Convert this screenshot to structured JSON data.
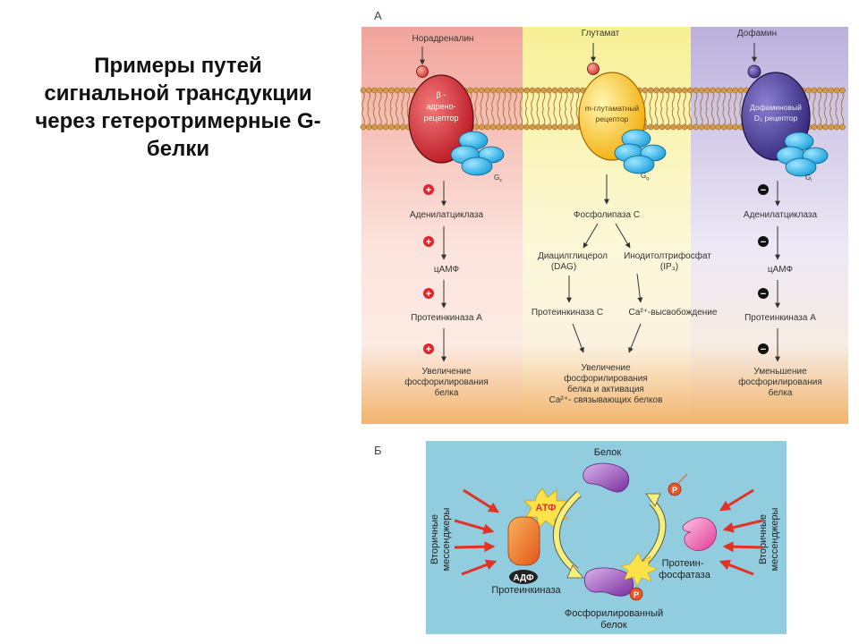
{
  "title": "Примеры путей\nсигнальной трансдукции\nчерез гетеротримерные G-\nбелки",
  "panel_a": {
    "letter": "А",
    "col1": {
      "ligand": "Норадреналин",
      "receptor": [
        "β -",
        "адрено-",
        "рецептор"
      ],
      "g": "G",
      "g_sub": "s",
      "sign": "+",
      "steps": [
        "Аденилатциклаза",
        "цАМФ",
        "Протеинкиназа А"
      ],
      "result": [
        "Увеличение",
        "фосфорилирования",
        "белка"
      ]
    },
    "col2": {
      "ligand": "Глутамат",
      "receptor": [
        "m-глутаматный",
        "рецептор"
      ],
      "g": "G",
      "g_sub": "q",
      "step1": "Фосфолипаза С",
      "left_branch": [
        "Диацилглицерол",
        "(DAG)"
      ],
      "right_branch": [
        "Инодитолтрифосфат",
        "(IP₃)"
      ],
      "left_target": "Протеинкиназа С",
      "right_target": "Ca²⁺-высвобождение",
      "result": [
        "Увеличение",
        "фосфорилирования",
        "белка и активация",
        "Ca²⁺- связывающих белков"
      ]
    },
    "col3": {
      "ligand": "Дофамин",
      "receptor": [
        "Дофаминовый",
        "D₂ рецептор"
      ],
      "g": "G",
      "g_sub": "i",
      "sign": "−",
      "steps": [
        "Аденилатциклаза",
        "цАМФ",
        "Протеинкиназа А"
      ],
      "result": [
        "Уменьшение",
        "фосфорилирования",
        "белка"
      ]
    }
  },
  "panel_b": {
    "letter": "Б",
    "protein": "Белок",
    "atp": "АТФ",
    "adp": "АДФ",
    "p": "Р",
    "kinase": "Протеинкиназа",
    "phosphatase": [
      "Протеин-",
      "фосфатаза"
    ],
    "phospho_protein": [
      "Фосфорилированный",
      "белок"
    ],
    "messengers": [
      "Вторичные",
      "мессенджеры"
    ]
  }
}
